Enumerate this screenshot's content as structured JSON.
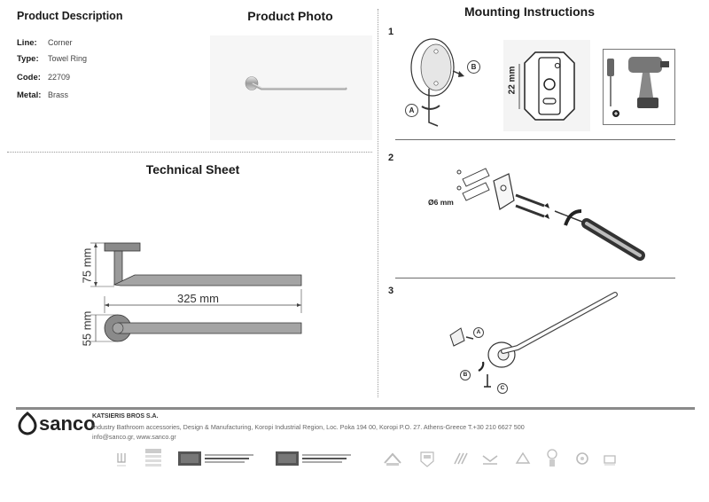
{
  "product": {
    "heading": "Product Description",
    "rows": [
      {
        "label": "Line:",
        "value": "Corner"
      },
      {
        "label": "Type:",
        "value": "Towel Ring"
      },
      {
        "label": "Code:",
        "value": "22709"
      },
      {
        "label": "Metal:",
        "value": "Brass"
      }
    ]
  },
  "photo": {
    "heading": "Product Photo"
  },
  "technical": {
    "heading": "Technical Sheet",
    "dim_height": "75 mm",
    "dim_length": "325 mm",
    "dim_diameter": "55 mm"
  },
  "mounting": {
    "heading": "Mounting Instructions",
    "steps": [
      "1",
      "2",
      "3"
    ],
    "step1": {
      "label_a": "A",
      "label_b": "B",
      "dim": "22 mm"
    },
    "step2": {
      "drill": "Ø6 mm"
    },
    "step3": {
      "label_a": "A",
      "label_b": "B",
      "label_c": "C"
    }
  },
  "footer": {
    "logo": "sanco",
    "company": "KATSIERIS BROS S.A.",
    "address": "Industry Bathroom accessories, Design & Manufacturing, Koropi Industrial Region, Loc. Poka 194 00, Koropi P.O. 27. Athens-Greece   T.+30 210 6627 500",
    "web": "info@sanco.gr, www.sanco.gr"
  },
  "colors": {
    "accent": "#1a1a1a",
    "rule": "#8a8a8a"
  }
}
